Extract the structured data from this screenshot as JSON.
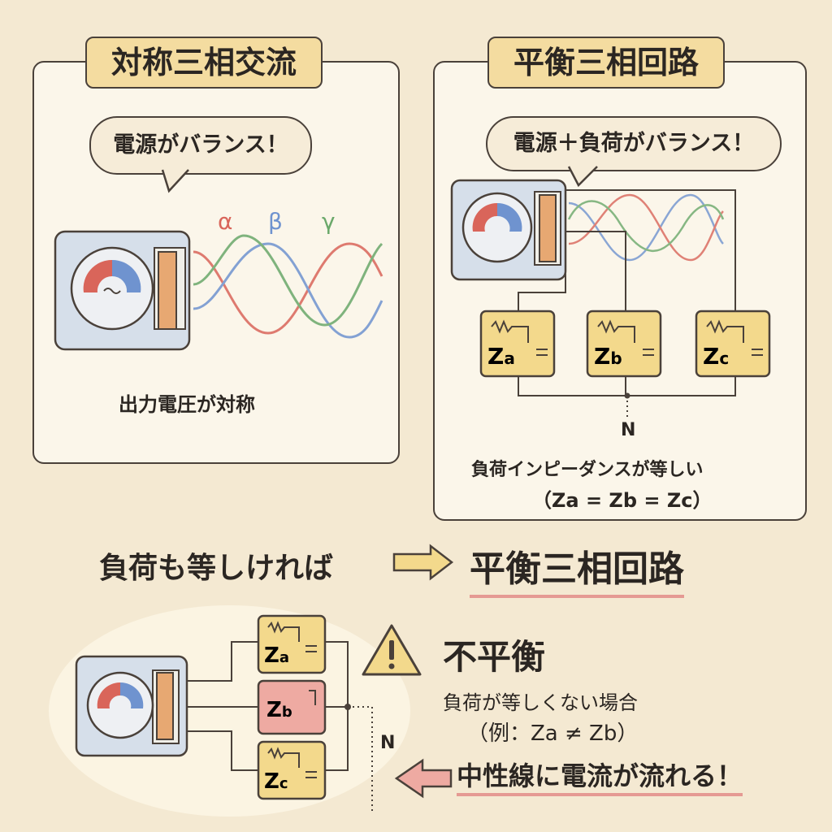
{
  "left_panel": {
    "title": "対称三相交流",
    "bubble": "電源がバランス！",
    "phase_labels": [
      "α",
      "β",
      "γ"
    ],
    "caption": "出力電圧が対称"
  },
  "right_panel": {
    "title": "平衡三相回路",
    "bubble": "電源＋負荷がバランス！",
    "loads": [
      "Za",
      "Zb",
      "Zc"
    ],
    "neutral": "N",
    "caption": "負荷インピーダンスが等しい",
    "formula": "（Za = Zb = Zc）"
  },
  "middle": {
    "condition": "負荷も等しければ",
    "result": "平衡三相回路"
  },
  "bottom": {
    "loads": [
      "Za",
      "Zb",
      "Zc"
    ],
    "neutral": "N",
    "title": "不平衡",
    "description": "負荷が等しくない場合",
    "example": "（例：Za ≠ Zb）",
    "warning": "中性線に電流が流れる！"
  },
  "colors": {
    "alpha": "#d9655a",
    "beta": "#6f93cf",
    "gamma": "#6aa86a",
    "load": "#f3d98c",
    "unbalanced": "#eeaaa2"
  }
}
